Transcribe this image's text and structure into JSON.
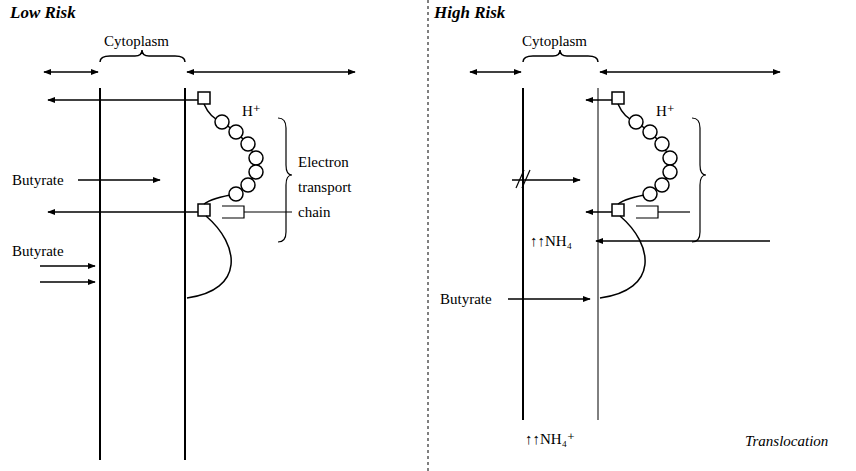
{
  "diagram": {
    "labels": [
      "Low Risk",
      "Cytoplasm",
      "Butyrate",
      "H⁺",
      "Electron transport chain",
      "Butyrate",
      "High Risk",
      "Cytoplasm",
      "H⁺",
      "↑↑NH₄",
      "Butyrate",
      "↑↑NH₄⁺",
      "Translocation"
    ]
  }
}
